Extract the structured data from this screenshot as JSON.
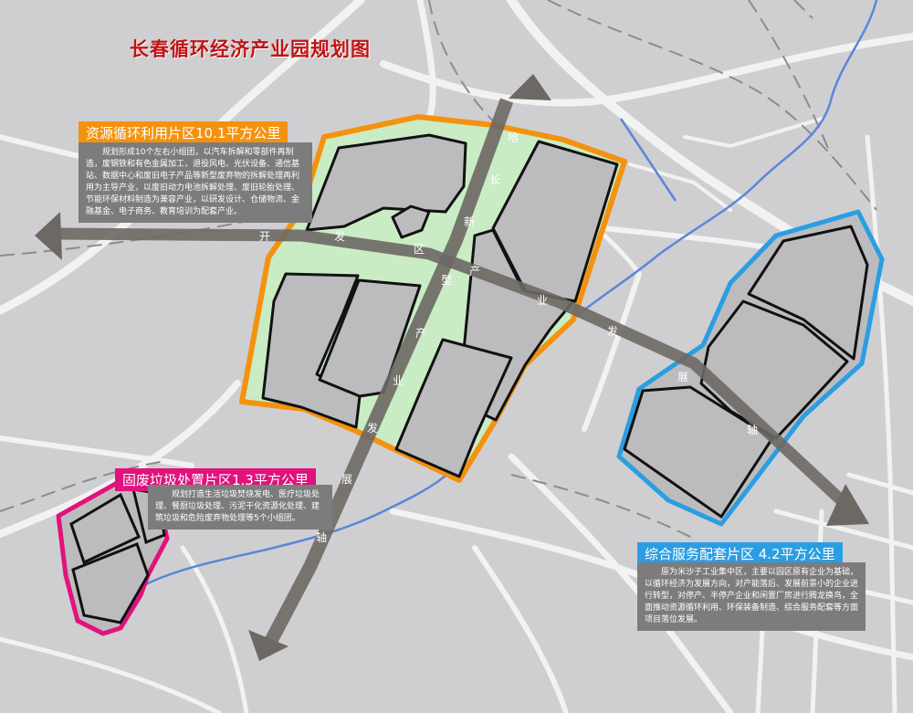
{
  "title": "长春循环经济产业园规划图",
  "colors": {
    "zone_resource": "#f4920f",
    "zone_waste": "#e1127c",
    "zone_service": "#2a9ee3",
    "axis": "#6d6864",
    "green": "#c9ecc4",
    "block": "#bcbcbe",
    "road": "#f2f2f3",
    "rail": "#8c8c8c",
    "water": "#5b86d9"
  },
  "zones": {
    "resource": {
      "label": "资源循环利用片区10.1平方公里",
      "desc": "规划形成10个左右小组团，以汽车拆解和零部件再制造，废钢铁和有色金属加工，退役风电、光伏设备、通信基站、数据中心和废旧电子产品等新型废弃物的拆解处理再利用为主导产业，以废旧动力电池拆解处理、废旧轮胎处理、节能环保材料制造为兼容产业，以研发设计、仓储物流、金融基金、电子商务、教育培训为配套产业。"
    },
    "waste": {
      "label": "固废垃圾处置片区1.3平方公里",
      "desc": "规划打造生活垃圾焚烧发电、医疗垃圾处理、餐厨垃圾处理、污泥干化资源化处理、建筑垃圾和危险废弃物处理等5个小组团。"
    },
    "service": {
      "label": "综合服务配套片区 4.2平方公里",
      "desc": "原为米沙子工业集中区，主要以园区原有企业为基础，以循环经济为发展方向，对产能落后、发展前景小的企业进行转型，对停产、半停产企业和闲置厂房进行腾龙换鸟，全面推动资源循环利用、环保装备制造、综合服务配套等方面项目落位发展。"
    }
  },
  "axis_chars": {
    "ha_chang": [
      "哈",
      "长"
    ],
    "xinxing": [
      "新",
      "型"
    ],
    "kai": "开",
    "fa_qu": [
      "发",
      "区"
    ],
    "chanye": [
      "产",
      "业"
    ],
    "fazhan_east": [
      "发",
      "展"
    ],
    "zhou_east": "轴",
    "chanye_sw": [
      "产",
      "业"
    ],
    "fa_sw": "发",
    "zhan_sw": "展",
    "zhou_sw": "轴"
  }
}
